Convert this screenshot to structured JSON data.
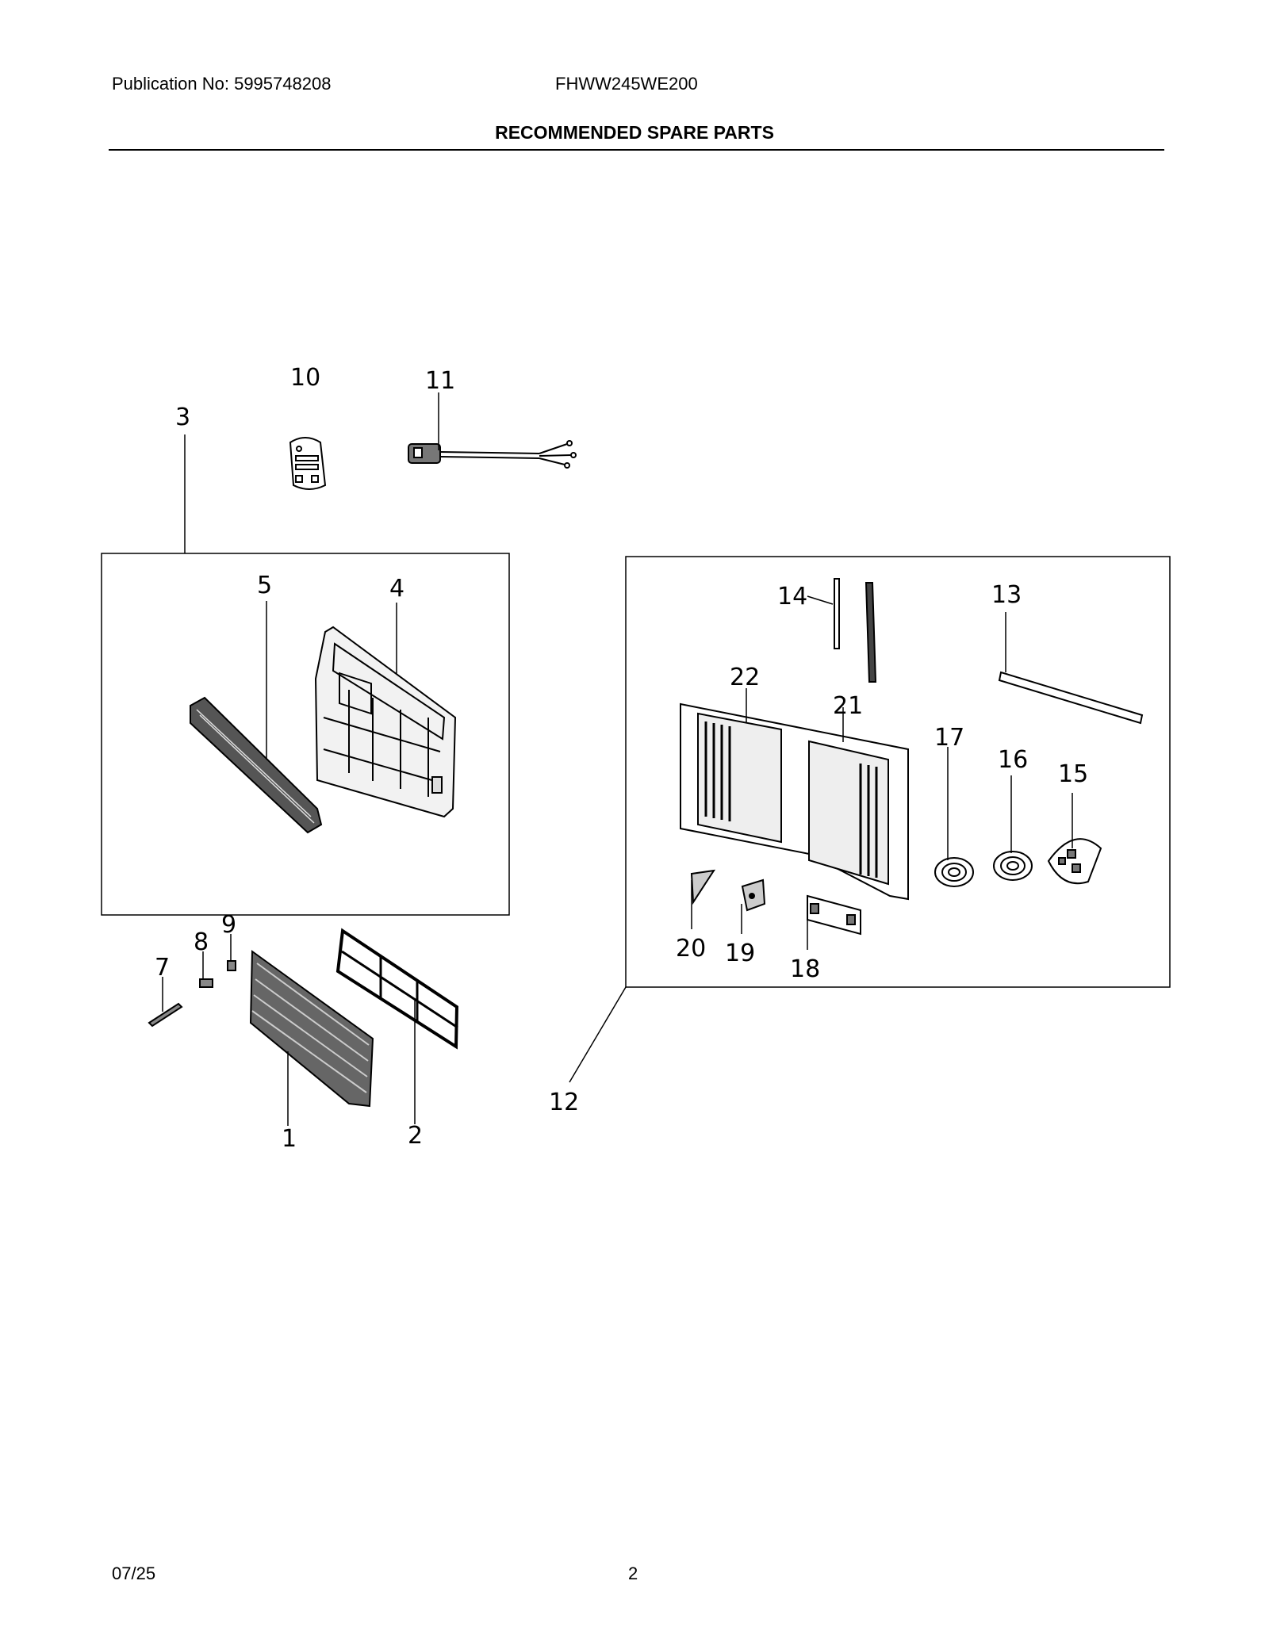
{
  "header": {
    "publication": "Publication No: 5995748208",
    "model": "FHWW245WE200",
    "title": "RECOMMENDED SPARE PARTS"
  },
  "footer": {
    "date": "07/25",
    "page": "2"
  },
  "callouts": {
    "c1": "1",
    "c2": "2",
    "c3": "3",
    "c4": "4",
    "c5": "5",
    "c7": "7",
    "c8": "8",
    "c9": "9",
    "c10": "10",
    "c11": "11",
    "c12": "12",
    "c13": "13",
    "c14": "14",
    "c15": "15",
    "c16": "16",
    "c17": "17",
    "c18": "18",
    "c19": "19",
    "c20": "20",
    "c21": "21",
    "c22": "22"
  }
}
